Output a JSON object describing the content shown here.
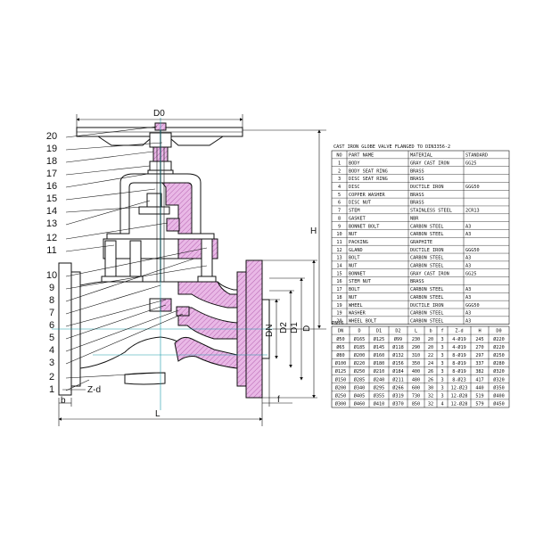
{
  "drawing": {
    "colors": {
      "line": "#111111",
      "section": "#e9b8e6",
      "centerline": "#1a9aa8",
      "hatch": "#a0409a"
    },
    "callouts": [
      "20",
      "19",
      "18",
      "17",
      "16",
      "15",
      "14",
      "13",
      "12",
      "11",
      "10",
      "9",
      "8",
      "7",
      "6",
      "5",
      "4",
      "3",
      "2",
      "1"
    ],
    "dims": {
      "d0": "D0",
      "h": "H",
      "l": "L",
      "b": "b",
      "f": "f",
      "zd": "Z-d",
      "dn": "DN",
      "d2": "D2",
      "d1": "D1",
      "d": "D"
    }
  },
  "parts_table": {
    "title": "CAST IRON GLOBE VALVE FLANGED TO DIN3356-2",
    "headers": [
      "NO",
      "PART NAME",
      "MATERIAL",
      "STANDARD"
    ],
    "rows": [
      [
        "1",
        "BODY",
        "GRAY CAST IRON",
        "GG25"
      ],
      [
        "2",
        "BODY SEAT RING",
        "BRASS",
        ""
      ],
      [
        "3",
        "DISC SEAT RING",
        "BRASS",
        ""
      ],
      [
        "4",
        "DISC",
        "DUCTILE IRON",
        "GGG50"
      ],
      [
        "5",
        "COPPER WASHER",
        "BRASS",
        ""
      ],
      [
        "6",
        "DISC NUT",
        "BRASS",
        ""
      ],
      [
        "7",
        "STEM",
        "STAINLESS STEEL",
        "2CR13"
      ],
      [
        "8",
        "GASKET",
        "NBR",
        ""
      ],
      [
        "9",
        "BONNET BOLT",
        "CARBON STEEL",
        "A3"
      ],
      [
        "10",
        "NUT",
        "CARBON STEEL",
        "A3"
      ],
      [
        "11",
        "PACKING",
        "GRAPHITE",
        ""
      ],
      [
        "12",
        "GLAND",
        "DUCTILE IRON",
        "GGG50"
      ],
      [
        "13",
        "BOLT",
        "CARBON STEEL",
        "A3"
      ],
      [
        "14",
        "NUT",
        "CARBON STEEL",
        "A3"
      ],
      [
        "15",
        "BONNET",
        "GRAY CAST IRON",
        "GG25"
      ],
      [
        "16",
        "STEM NUT",
        "BRASS",
        ""
      ],
      [
        "17",
        "BOLT",
        "CARBON STEEL",
        "A3"
      ],
      [
        "18",
        "NUT",
        "CARBON STEEL",
        "A3"
      ],
      [
        "19",
        "WHEEL",
        "DUCTILE IRON",
        "GGG50"
      ],
      [
        "19",
        "WASHER",
        "CARBON STEEL",
        "A3"
      ],
      [
        "20",
        "WHEEL BOLT",
        "CARBON STEEL",
        "A3"
      ]
    ]
  },
  "dims_table": {
    "pn": "PN16",
    "headers": [
      "DN",
      "D",
      "D1",
      "D2",
      "L",
      "b",
      "f",
      "Z-d",
      "H",
      "D0"
    ],
    "rows": [
      [
        "Ø50",
        "Ø165",
        "Ø125",
        "Ø99",
        "230",
        "20",
        "3",
        "4-Ø19",
        "245",
        "Ø220"
      ],
      [
        "Ø65",
        "Ø185",
        "Ø145",
        "Ø118",
        "290",
        "20",
        "3",
        "4-Ø19",
        "270",
        "Ø220"
      ],
      [
        "Ø80",
        "Ø200",
        "Ø160",
        "Ø132",
        "310",
        "22",
        "3",
        "8-Ø19",
        "297",
        "Ø250"
      ],
      [
        "Ø100",
        "Ø220",
        "Ø180",
        "Ø156",
        "350",
        "24",
        "3",
        "8-Ø19",
        "337",
        "Ø280"
      ],
      [
        "Ø125",
        "Ø250",
        "Ø210",
        "Ø184",
        "400",
        "26",
        "3",
        "8-Ø19",
        "382",
        "Ø320"
      ],
      [
        "Ø150",
        "Ø285",
        "Ø240",
        "Ø211",
        "480",
        "26",
        "3",
        "8-Ø23",
        "417",
        "Ø320"
      ],
      [
        "Ø200",
        "Ø340",
        "Ø295",
        "Ø266",
        "600",
        "30",
        "3",
        "12-Ø23",
        "440",
        "Ø350"
      ],
      [
        "Ø250",
        "Ø405",
        "Ø355",
        "Ø319",
        "730",
        "32",
        "3",
        "12-Ø28",
        "519",
        "Ø400"
      ],
      [
        "Ø300",
        "Ø460",
        "Ø410",
        "Ø370",
        "850",
        "32",
        "4",
        "12-Ø28",
        "579",
        "Ø450"
      ]
    ]
  }
}
